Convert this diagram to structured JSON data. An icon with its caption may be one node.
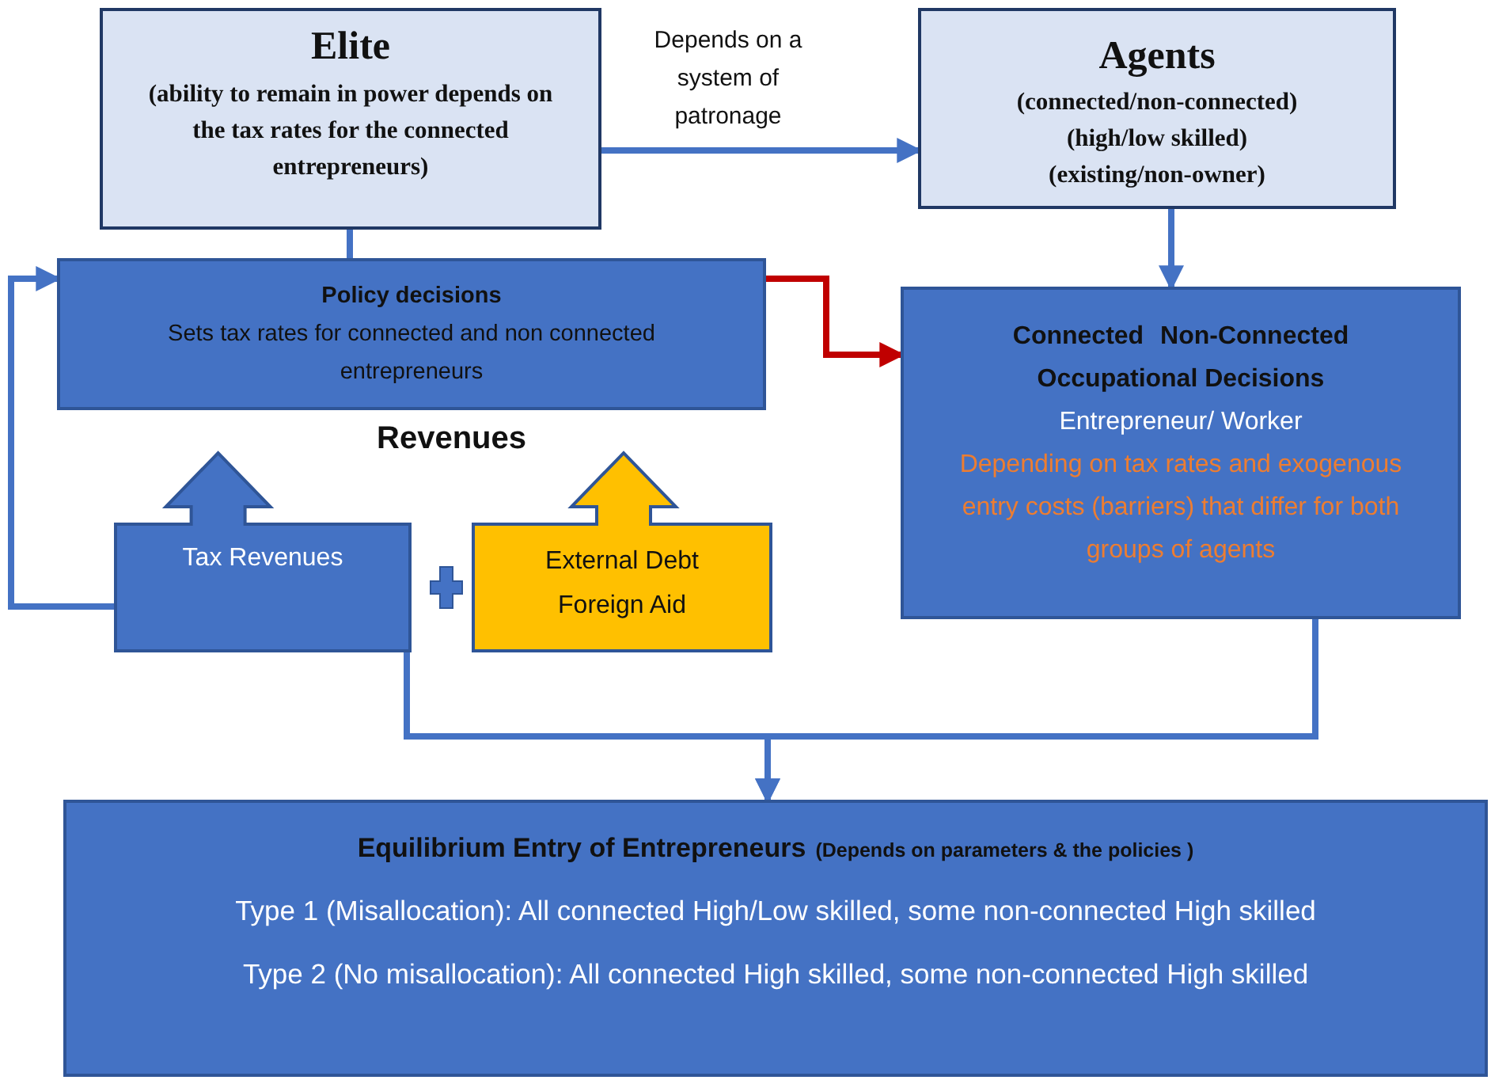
{
  "diagram": {
    "nodes": [
      {
        "text": [
          "Elite",
          "(ability to remain in power depends on the tax rates for the connected entrepreneurs)"
        ]
      },
      {
        "text": [
          "Agents",
          "(connected/non-connected)",
          "(high/low skilled)",
          "(existing/non-owner)"
        ]
      },
      {
        "text": [
          "Policy decisions",
          "Sets tax rates for connected and non connected entrepreneurs"
        ]
      },
      {
        "text": [
          "Connected Non-Connected",
          "Occupational Decisions",
          "Entrepreneur/ Worker",
          "Depending on tax rates and exogenous entry costs (barriers) that differ for both groups of agents"
        ]
      },
      {
        "text": [
          "Tax Revenues"
        ]
      },
      {
        "text": [
          "External Debt Foreign Aid"
        ]
      },
      {
        "text": [
          "Equilibrium Entry of Entrepreneurs",
          "(Depends on parameters & the policies )",
          "Type 1 (Misallocation): All connected High/Low skilled, some non-connected High skilled",
          "Type 2 (No misallocation): All connected High skilled, some non-connected High skilled"
        ]
      }
    ],
    "edges": [
      {
        "from": 0,
        "to": 1,
        "arrow": "to",
        "label": "Depends on a system of patronage"
      },
      {
        "from": 0,
        "to": 2,
        "arrow": "none"
      },
      {
        "from": 1,
        "to": 3,
        "arrow": "to"
      },
      {
        "from": 2,
        "to": 3,
        "arrow": "to",
        "color": "#c00000"
      },
      {
        "from": 4,
        "to": 2,
        "arrow": "to"
      },
      {
        "from": 4,
        "to": 6,
        "arrow": "to"
      },
      {
        "from": 3,
        "to": 6,
        "arrow": "to"
      }
    ],
    "labels": [
      "Revenues"
    ]
  }
}
